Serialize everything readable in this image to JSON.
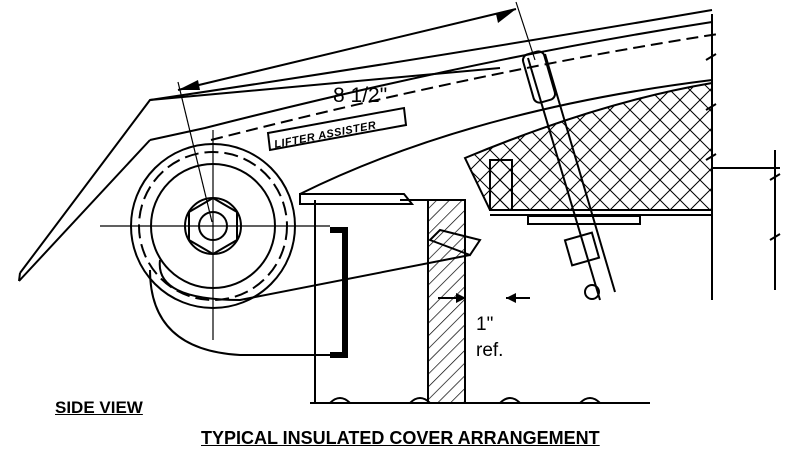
{
  "drawing": {
    "dimension_label": "8 1/2\"",
    "plate_label": "LIFTER ASSISTER",
    "gap_label_value": "1\"",
    "gap_label_ref": "ref.",
    "side_view_caption": "SIDE VIEW",
    "title_caption": "TYPICAL INSULATED COVER ARRANGEMENT"
  }
}
